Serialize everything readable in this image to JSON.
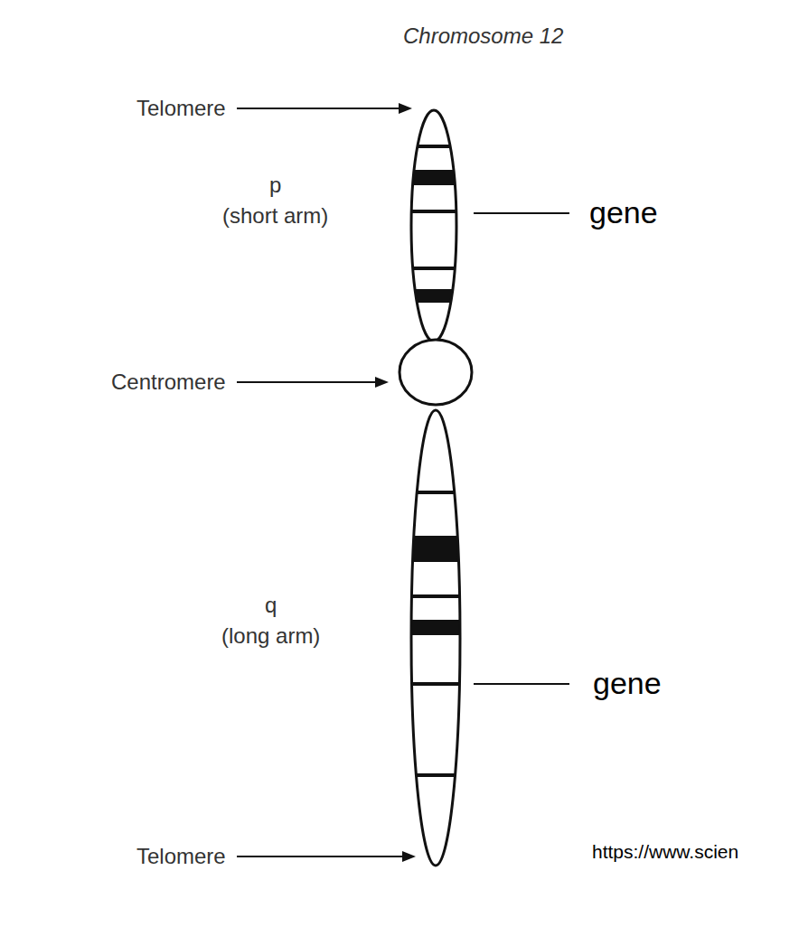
{
  "diagram": {
    "title": "Chromosome 12",
    "labels": [
      "Telomere",
      "p",
      "(short arm)",
      "gene",
      "Centromere",
      "q",
      "(long arm)",
      "gene",
      "Telomere",
      "https://www.scien"
    ]
  }
}
